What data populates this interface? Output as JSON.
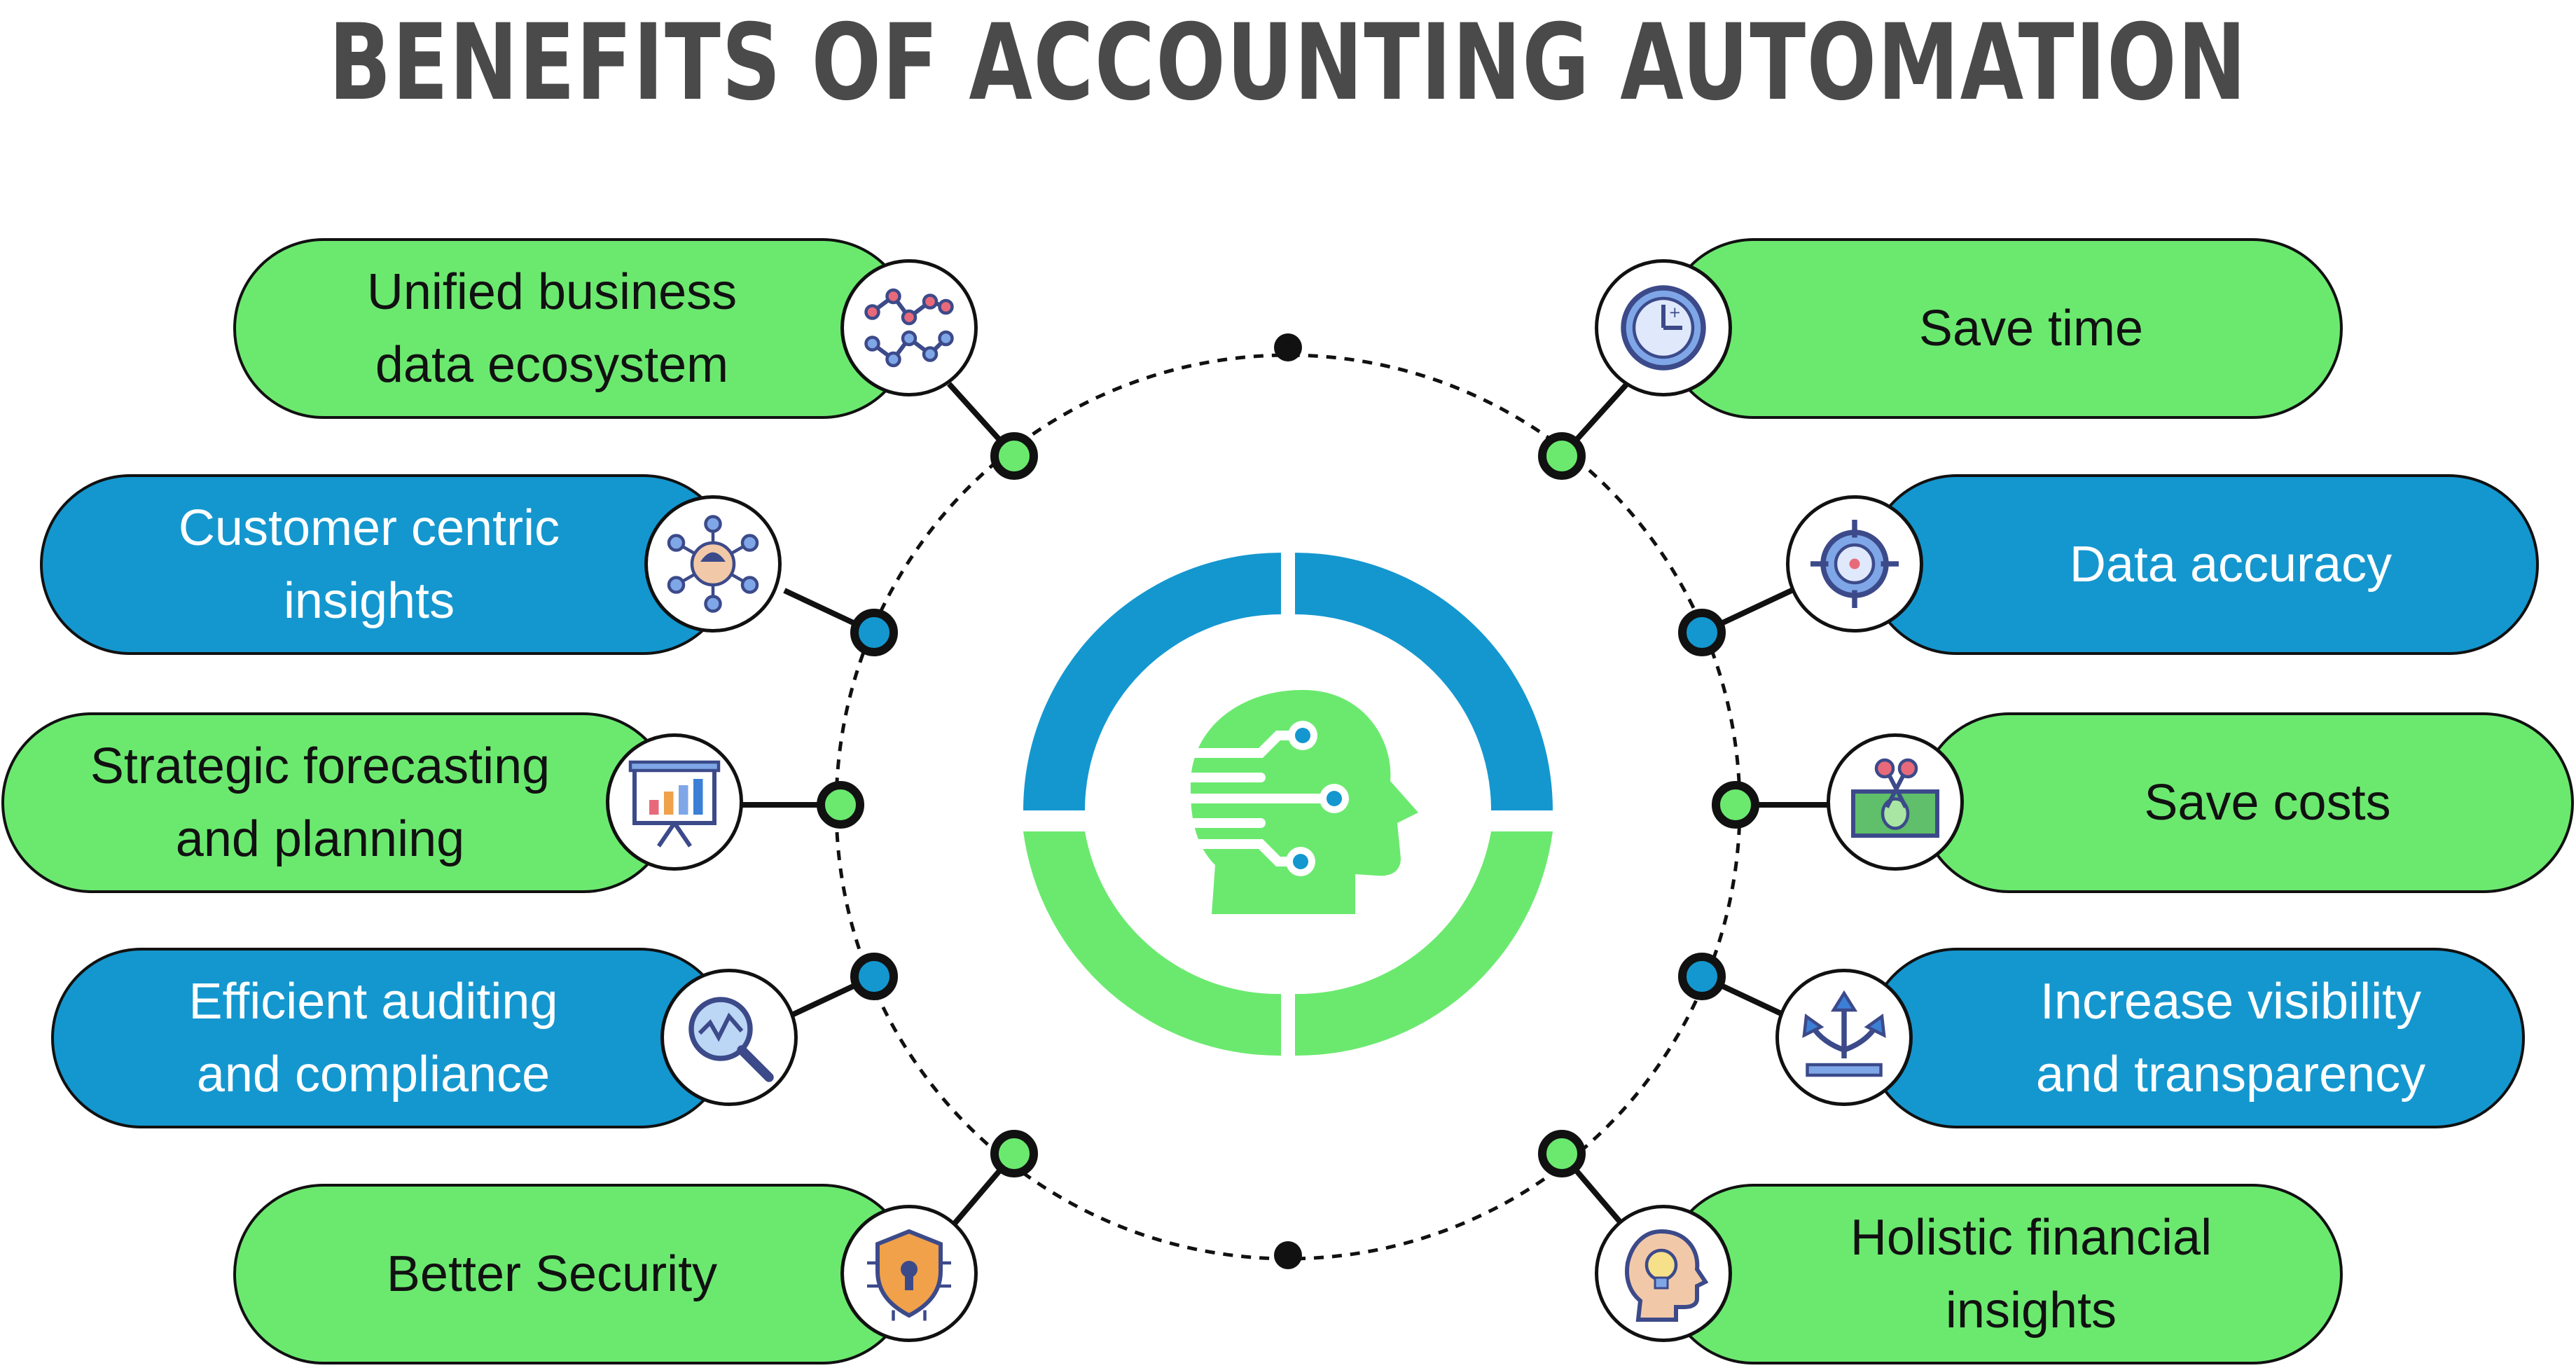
{
  "title": "BENEFITS OF ACCOUNTING AUTOMATION",
  "colors": {
    "green": "#6be96f",
    "blue": "#1497cf",
    "outline": "#111111",
    "title": "#4a4a4a"
  },
  "center": {
    "icon": "ai-head-icon"
  },
  "left_items": [
    {
      "label": "Unified business\ndata ecosystem",
      "color": "green",
      "icon": "network-graph-icon"
    },
    {
      "label": "Customer centric\ninsights",
      "color": "blue",
      "icon": "customer-network-icon"
    },
    {
      "label": "Strategic forecasting\nand planning",
      "color": "green",
      "icon": "presentation-chart-icon"
    },
    {
      "label": "Efficient auditing\nand compliance",
      "color": "blue",
      "icon": "magnifier-analytics-icon"
    },
    {
      "label": "Better Security",
      "color": "green",
      "icon": "shield-lock-icon"
    }
  ],
  "right_items": [
    {
      "label": "Save time",
      "color": "green",
      "icon": "clock-icon"
    },
    {
      "label": "Data accuracy",
      "color": "blue",
      "icon": "target-icon"
    },
    {
      "label": "Save costs",
      "color": "green",
      "icon": "money-cut-icon"
    },
    {
      "label": "Increase visibility\nand transparency",
      "color": "blue",
      "icon": "split-arrows-icon"
    },
    {
      "label": "Holistic financial\ninsights",
      "color": "green",
      "icon": "head-bulb-icon"
    }
  ]
}
